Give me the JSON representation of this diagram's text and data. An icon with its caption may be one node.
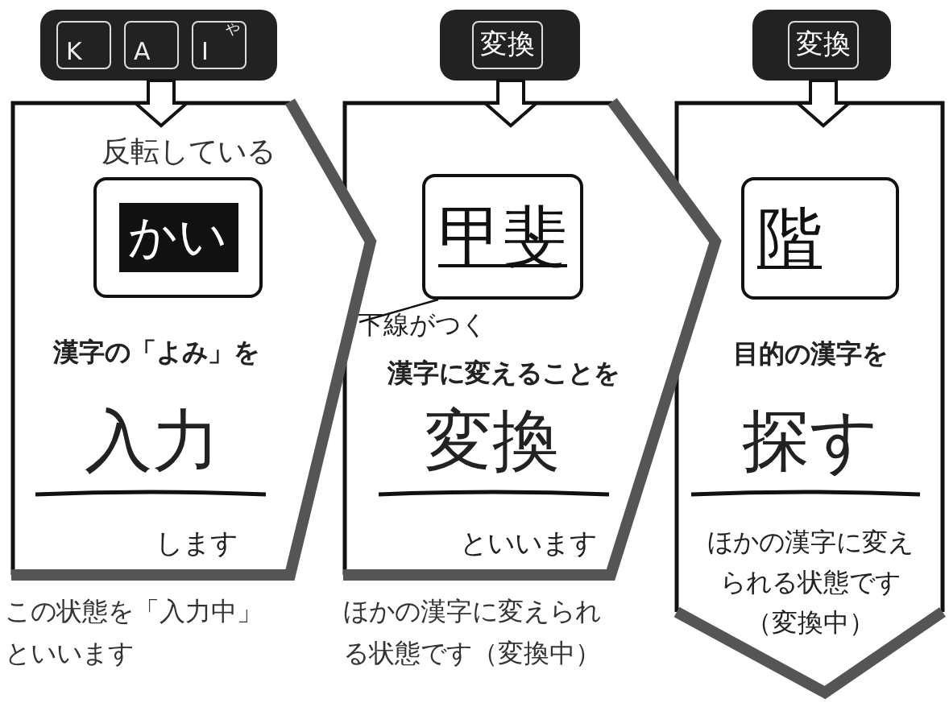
{
  "diagram": {
    "nodes": [
      {
        "text": [],
        "shape": "box"
      },
      {
        "text": [
          "K"
        ],
        "in": 0
      },
      {
        "text": [
          "A"
        ],
        "in": 0
      },
      {
        "text": [
          "I",
          "や"
        ],
        "in": 0
      },
      {
        "text": [
          "反転している",
          "漢字の「よみ」を",
          "入力",
          "します"
        ],
        "beside": [
          "この状態を「入力中」といいます"
        ]
      },
      {
        "text": [
          "かい"
        ],
        "in": 4
      },
      {
        "text": [],
        "shape": "box"
      },
      {
        "text": [
          "変換"
        ],
        "in": 6
      },
      {
        "text": [
          "漢字に変えることを",
          "変換",
          "といいます"
        ],
        "beside": [
          "ほかの漢字に変えられる状態です（変換中）"
        ]
      },
      {
        "text": [
          "甲斐"
        ],
        "in": 8
      },
      {
        "text": [
          "下線がつく"
        ],
        "in": 8
      },
      {
        "text": [],
        "shape": "box"
      },
      {
        "text": [
          "変換"
        ],
        "in": 11
      },
      {
        "text": [
          "目的の漢字を",
          "探す",
          "ほかの漢字に変えられる状態です（変換中）"
        ]
      },
      {
        "text": [
          "階"
        ],
        "in": 13
      }
    ],
    "edges": [
      {
        "from": 0,
        "to": 4,
        "arrow": "to"
      },
      {
        "from": 6,
        "to": 8,
        "arrow": "to"
      },
      {
        "from": 11,
        "to": 13,
        "arrow": "to"
      },
      {
        "from": 10,
        "to": 9,
        "arrow": "none"
      }
    ]
  }
}
